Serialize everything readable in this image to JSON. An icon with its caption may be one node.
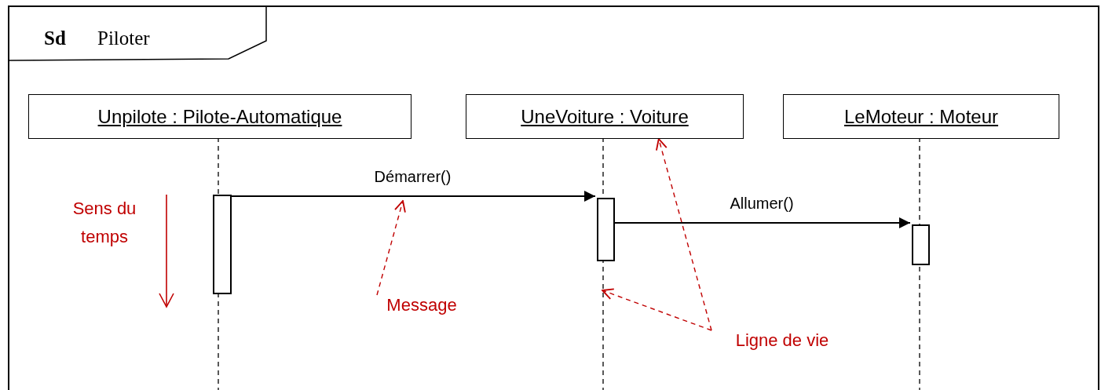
{
  "diagram": {
    "nodes": [
      {
        "text": [
          "Sd",
          "Piloter"
        ]
      },
      {
        "text": [
          "Unpilote : Pilote-Automatique"
        ],
        "in": 0
      },
      {
        "text": [
          "UneVoiture : Voiture"
        ],
        "in": 0
      },
      {
        "text": [
          "LeMoteur : Moteur"
        ],
        "in": 0
      },
      {
        "text": [],
        "shape": "bar",
        "in": 0
      },
      {
        "text": [],
        "shape": "bar",
        "in": 0
      },
      {
        "text": [],
        "shape": "bar",
        "in": 0
      },
      {
        "text": [
          "Message"
        ],
        "in": 0
      },
      {
        "text": [
          "Ligne de vie"
        ],
        "in": 0
      }
    ],
    "edges": [
      {
        "from": 4,
        "to": 5,
        "arrow": "to",
        "label": "Démarrer()",
        "color": "#000000"
      },
      {
        "from": 5,
        "to": 6,
        "arrow": "to",
        "label": "Allumer()",
        "color": "#000000"
      },
      {
        "from": 7,
        "to": null,
        "arrow": "to",
        "style": "dashed",
        "color": "#c00000"
      },
      {
        "from": 8,
        "to": 2,
        "arrow": "to",
        "style": "dashed",
        "color": "#c00000"
      },
      {
        "from": 8,
        "to": null,
        "arrow": "to",
        "style": "dashed",
        "color": "#c00000"
      }
    ],
    "labels": [
      "Sens du temps"
    ]
  }
}
